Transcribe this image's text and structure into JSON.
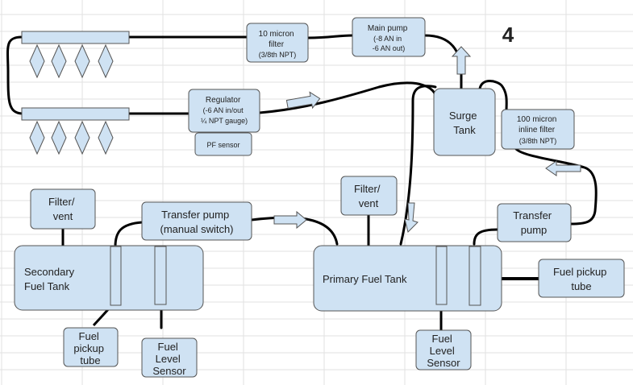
{
  "page_number": "4",
  "components": {
    "filter_10_micron": [
      "10 micron",
      "filter",
      "(3/8th NPT)"
    ],
    "main_pump": [
      "Main pump",
      "(-8 AN in",
      "-6 AN out)"
    ],
    "regulator": [
      "Regulator",
      "(-6 AN in/out",
      "¼ NPT gauge)"
    ],
    "pf_sensor": "PF sensor",
    "surge_tank": [
      "Surge",
      "Tank"
    ],
    "filter_100_micron": [
      "100 micron",
      "inline filter",
      "(3/8th NPT)"
    ],
    "filter_vent_left": [
      "Filter/",
      "vent"
    ],
    "transfer_pump_manual": [
      "Transfer pump",
      "(manual switch)"
    ],
    "filter_vent_right": [
      "Filter/",
      "vent"
    ],
    "transfer_pump_right": [
      "Transfer",
      "pump"
    ],
    "secondary_fuel_tank": [
      "Secondary",
      "Fuel Tank"
    ],
    "primary_fuel_tank": "Primary Fuel Tank",
    "fuel_pickup_tube_left": [
      "Fuel",
      "pickup",
      "tube"
    ],
    "fuel_level_sensor_left": [
      "Fuel",
      "Level",
      "Sensor"
    ],
    "fuel_level_sensor_right": [
      "Fuel",
      "Level",
      "Sensor"
    ],
    "fuel_pickup_tube_right": [
      "Fuel pickup",
      "tube"
    ]
  },
  "colors": {
    "box_fill": "#cfe2f3",
    "box_stroke": "#555555",
    "line": "#000000",
    "grid": "#e2e2e2"
  }
}
